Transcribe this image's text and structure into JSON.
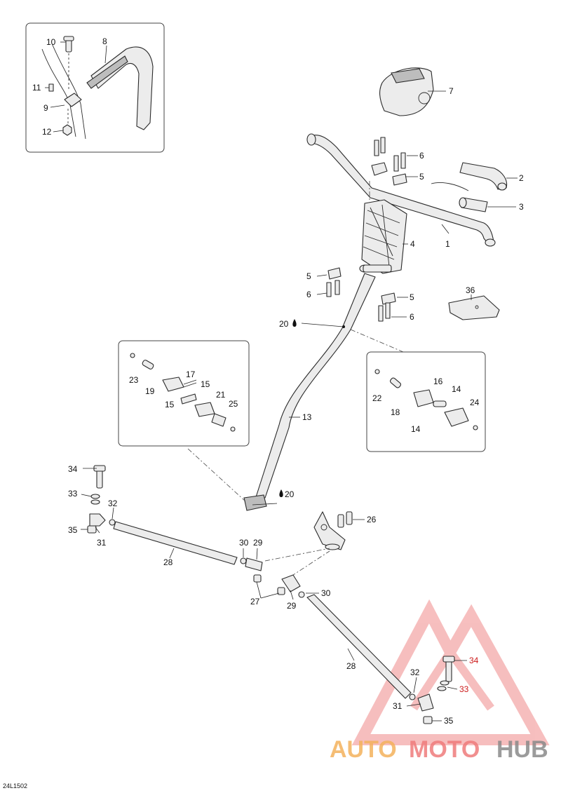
{
  "diagram": {
    "code": "24L1502",
    "labels": {
      "l1": "1",
      "l2": "2",
      "l3": "3",
      "l4": "4",
      "l5a": "5",
      "l5b": "5",
      "l5c": "5",
      "l6a": "6",
      "l6b": "6",
      "l6c": "6",
      "l7": "7",
      "l8": "8",
      "l9": "9",
      "l10": "10",
      "l11": "11",
      "l12": "12",
      "l13": "13",
      "l14a": "14",
      "l14b": "14",
      "l15a": "15",
      "l15b": "15",
      "l16": "16",
      "l17": "17",
      "l18": "18",
      "l19": "19",
      "l20a": "20",
      "l20b": "20",
      "l21": "21",
      "l22": "22",
      "l23": "23",
      "l24": "24",
      "l25": "25",
      "l26": "26",
      "l27": "27",
      "l28a": "28",
      "l28b": "28",
      "l29a": "29",
      "l29b": "29",
      "l30a": "30",
      "l30b": "30",
      "l31a": "31",
      "l31b": "31",
      "l32a": "32",
      "l32b": "32",
      "l33a": "33",
      "l33b": "33",
      "l34a": "34",
      "l34b": "34",
      "l35a": "35",
      "l35b": "35",
      "l36": "36"
    }
  },
  "watermark": {
    "auto": "AUTO",
    "moto": "MOTO",
    "hub": "HUB",
    "colors": {
      "auto": "#f4b25c",
      "moto": "#ef7c7c",
      "hub": "#8a8a8a",
      "triangle": "#f08a8a"
    }
  }
}
